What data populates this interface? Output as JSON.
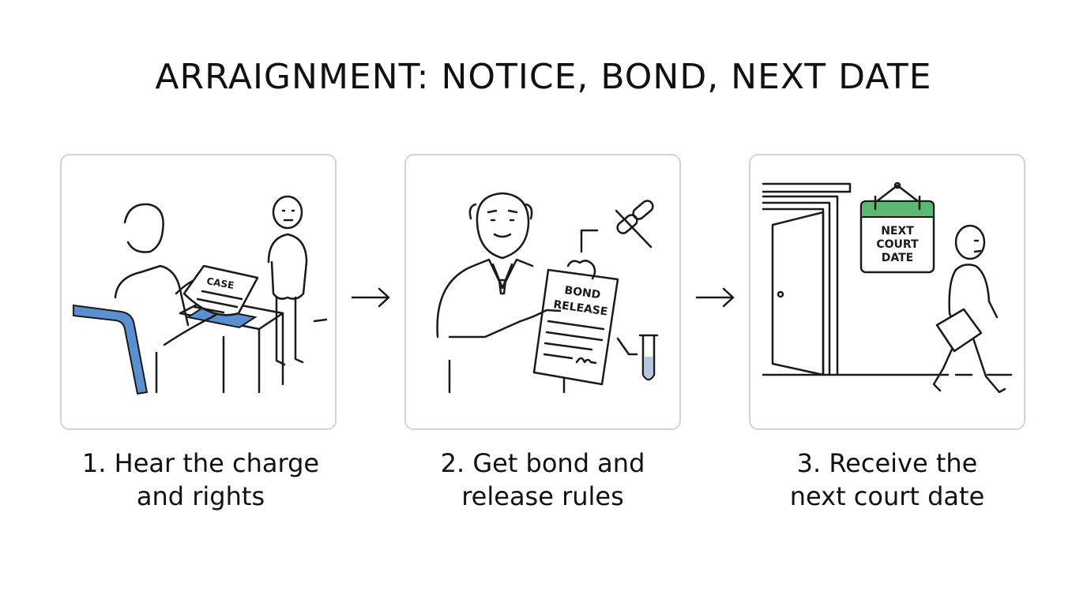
{
  "title": "ARRAIGNMENT: NOTICE, BOND, NEXT DATE",
  "colors": {
    "accent_blue": "#5b8fd0",
    "accent_green": "#5bb870",
    "border": "#cfd4d9",
    "ink": "#1a1a1a"
  },
  "steps": [
    {
      "caption_line1": "1. Hear the charge",
      "caption_line2": "and rights",
      "doc_label": "CASE",
      "icons": [
        "judge-figure",
        "case-document",
        "defendant-figure",
        "desk",
        "chair"
      ]
    },
    {
      "caption_line1": "2. Get bond and",
      "caption_line2": "release rules",
      "doc_label_line1": "BOND",
      "doc_label_line2": "RELEASE",
      "icons": [
        "official-figure",
        "bond-document",
        "broken-chain-icon",
        "test-tube-icon"
      ]
    },
    {
      "caption_line1": "3. Receive the",
      "caption_line2": "next court date",
      "sign_line1": "NEXT",
      "sign_line2": "COURT",
      "sign_line3": "DATE",
      "icons": [
        "door",
        "calendar-sign",
        "walking-person",
        "folder"
      ]
    }
  ],
  "arrow_icon": "right-arrow-icon"
}
